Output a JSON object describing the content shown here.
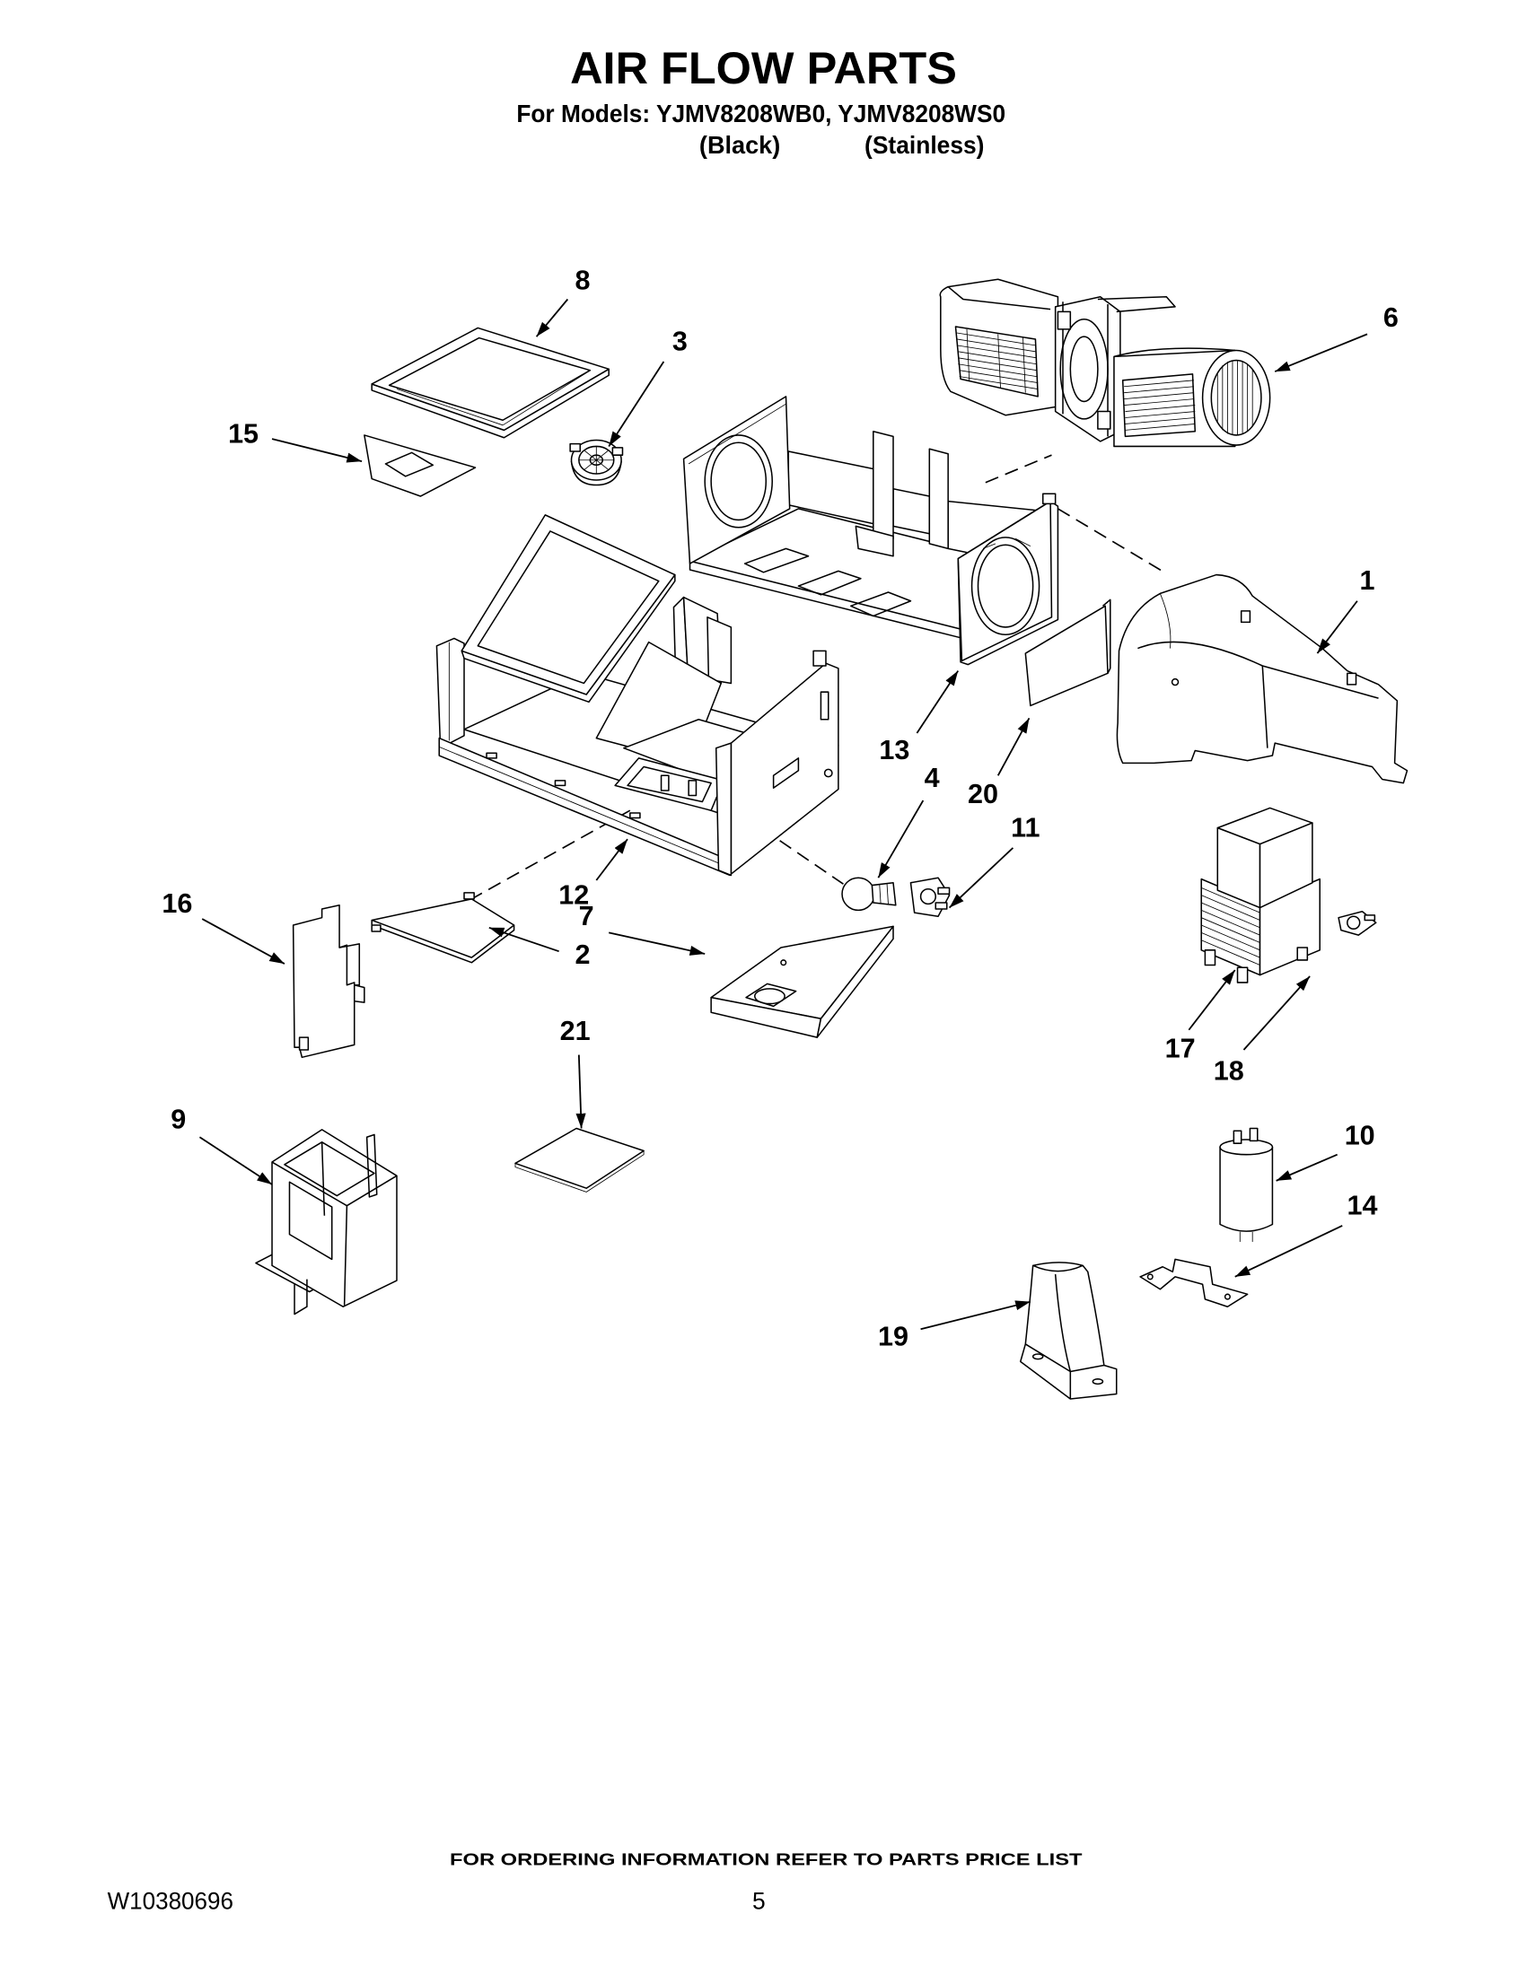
{
  "header": {
    "title": "AIR FLOW PARTS",
    "models_line": "For Models: YJMV8208WB0, YJMV8208WS0",
    "variant_black": "(Black)",
    "variant_stainless": "(Stainless)"
  },
  "callouts": [
    "8",
    "3",
    "6",
    "15",
    "1",
    "13",
    "4",
    "20",
    "11",
    "12",
    "16",
    "7",
    "2",
    "21",
    "17",
    "18",
    "9",
    "10",
    "14",
    "19"
  ],
  "footer": {
    "ordering_note": "FOR ORDERING INFORMATION REFER TO PARTS PRICE LIST",
    "document_number": "W10380696",
    "page_number": "5"
  },
  "colors": {
    "ink": "#000000",
    "paper": "#ffffff"
  }
}
